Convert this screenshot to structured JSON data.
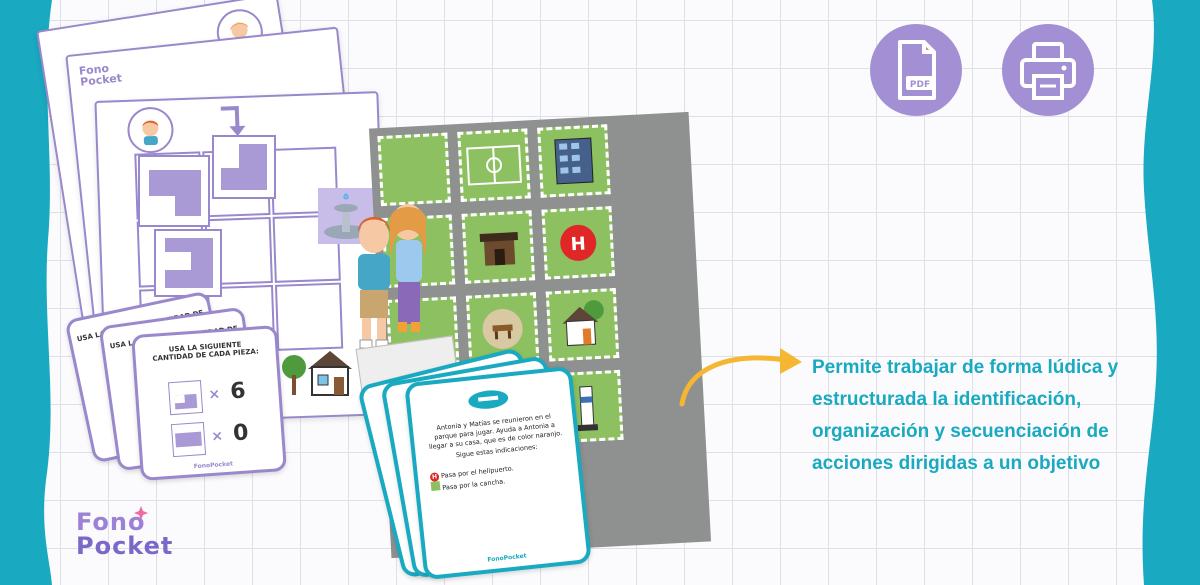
{
  "brand": {
    "logo_line1": "Fono",
    "logo_line2": "Pocket",
    "mini_logo_line1": "Fono",
    "mini_logo_line2": "Pocket",
    "card_footer": "FonoPocket"
  },
  "formats": [
    {
      "label": "PDF",
      "icon": "pdf-file-icon"
    },
    {
      "label": "",
      "icon": "printer-icon"
    }
  ],
  "message": "Permite trabajar de forma lúdica y estructurada la identificación, organización y secuenciación de acciones dirigidas a un objetivo",
  "task_cards": {
    "header_back1": "USA LA SIGUIENTE CANTIDAD DE",
    "header_back2": "USA LA SIGUIENTE CANTIDAD DE",
    "header_front": "USA LA SIGUIENTE CANTIDAD DE CADA PIEZA:",
    "count_1": "6",
    "count_2": "0",
    "times": "×"
  },
  "story_card": {
    "text": "Antonia y Matías se reunieron en el parque para jugar. Ayuda a Antonia a llegar a su casa, que es de color naranjo.",
    "instructions_title": "Sigue estas indicaciones:",
    "step_1": "Pasa por el helipuerto.",
    "step_2": "Pasa por la cancha.",
    "step_1_badge": "H"
  },
  "colors": {
    "accent_cyan": "#19a9c1",
    "accent_purple": "#a390d4",
    "arrow_yellow": "#f5b731"
  }
}
